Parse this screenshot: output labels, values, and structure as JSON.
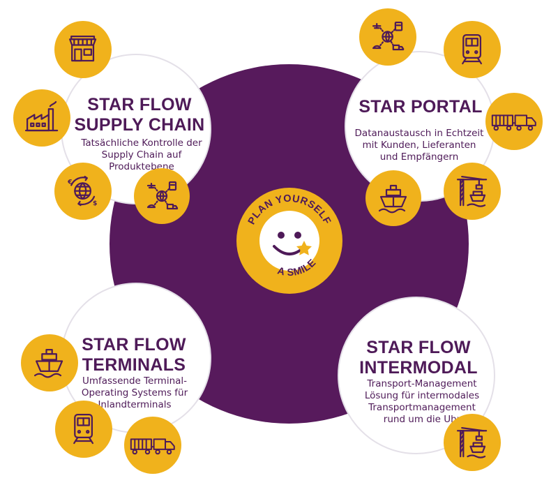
{
  "center": {
    "arc_top": "PLAN YOURSELF",
    "arc_bottom": "A SMILE"
  },
  "supply_chain": {
    "title_line1": "STAR FLOW",
    "title_line2": "SUPPLY CHAIN",
    "desc_line1": "Tatsächliche Kontrolle der",
    "desc_line2": "Supply Chain auf",
    "desc_line3": "Produktebene",
    "badges": [
      "store-icon",
      "factory-icon",
      "currency-globe-icon",
      "logistics-network-icon"
    ]
  },
  "portal": {
    "title": "STAR PORTAL",
    "desc_line1": "Datanaustausch in Echtzeit",
    "desc_line2": "mit Kunden, Lieferanten",
    "desc_line3": "und Empfängern",
    "badges": [
      "logistics-network-icon",
      "train-icon",
      "truck-icon",
      "ship-icon",
      "port-crane-icon"
    ]
  },
  "terminals": {
    "title_line1": "STAR FLOW",
    "title_line2": "TERMINALS",
    "desc_line1": "Umfassende Terminal-",
    "desc_line2": "Operating Systems für",
    "desc_line3": "Inlandterminals",
    "badges": [
      "ship-icon",
      "train-icon",
      "truck-icon"
    ]
  },
  "intermodal": {
    "title_line1": "STAR FLOW",
    "title_line2": "INTERMODAL",
    "desc_line1": "Transport-Management",
    "desc_line2": "Lösung für intermodales",
    "desc_line3": "Transportmanagement",
    "desc_line4": "rund um die Uhr",
    "badges": [
      "port-crane-icon"
    ]
  },
  "colors": {
    "purple": "#571a5c",
    "gold": "#f0b21c",
    "text": "#4e1a58"
  }
}
